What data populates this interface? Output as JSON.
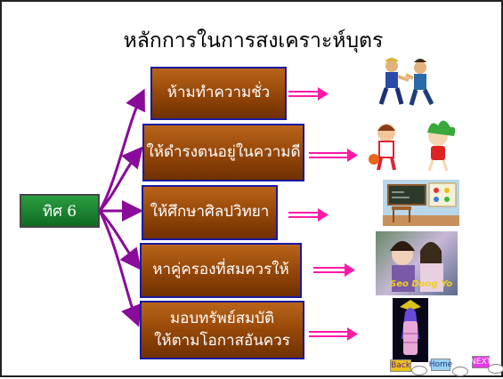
{
  "slide": {
    "title": "หลักการในการสงเคราะห์บุตร",
    "center_label": "ทิศ 6",
    "items": [
      "ห้ามทำความชั่ว",
      "ให้ดำรงตนอยู่ในความดี",
      "ให้ศึกษาศิลปวิทยา",
      "หาคู่ครองที่สมควรให้"
    ],
    "last_item_line1": "มอบทรัพย์สมบัติ",
    "last_item_line2": "ให้ตามโอกาสอันควร",
    "image_caption": "Seo Dong Yo"
  },
  "nav": {
    "back": "Back",
    "home": "Home",
    "next": "NEXT"
  },
  "colors": {
    "box_fill": "#9a4a0a",
    "box_border": "#1a1aa0",
    "arrow_purple": "#8a0a9a",
    "arrow_pink": "#ff1aa8",
    "center_green": "#1a8a3a"
  }
}
